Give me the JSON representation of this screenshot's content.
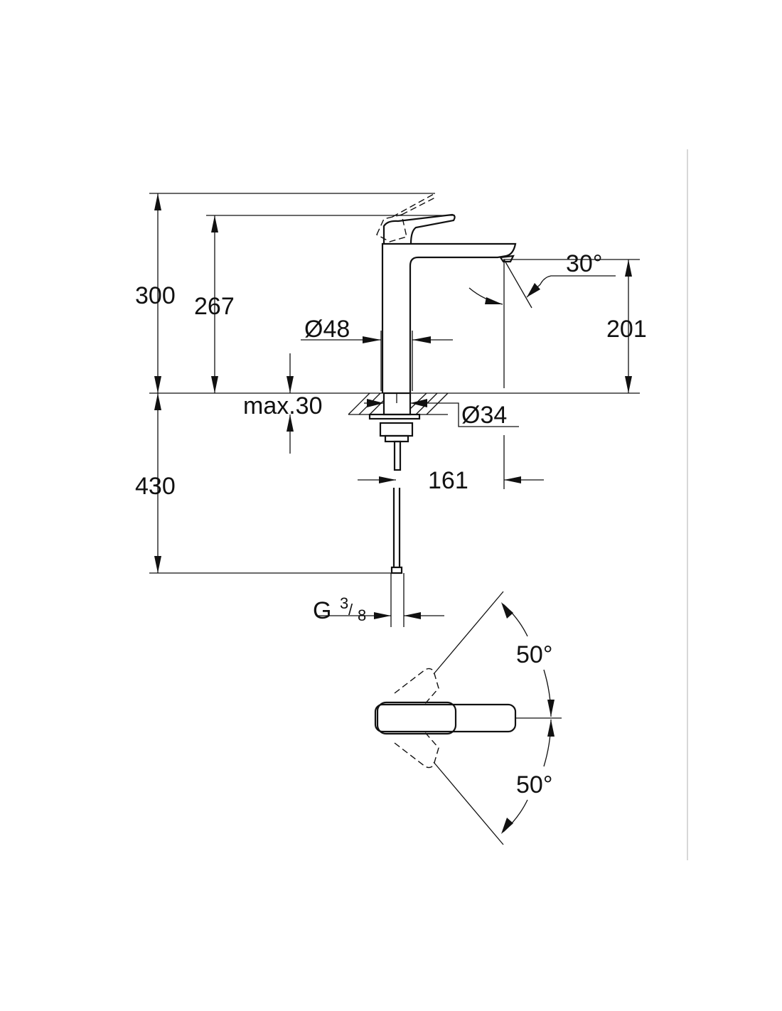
{
  "drawing": {
    "dimensions": {
      "overall_height": "300",
      "handle_height": "267",
      "spout_height": "201",
      "below_deck": "430",
      "body_diameter": "Ø48",
      "hole_diameter": "Ø34",
      "max_deck_thickness": "max.30",
      "spout_reach": "161",
      "spout_angle": "30°",
      "connection_thread_prefix": "G",
      "connection_thread_num": "3",
      "connection_thread_den": "8",
      "handle_rotation_left": "50°",
      "handle_rotation_right": "50°"
    }
  }
}
